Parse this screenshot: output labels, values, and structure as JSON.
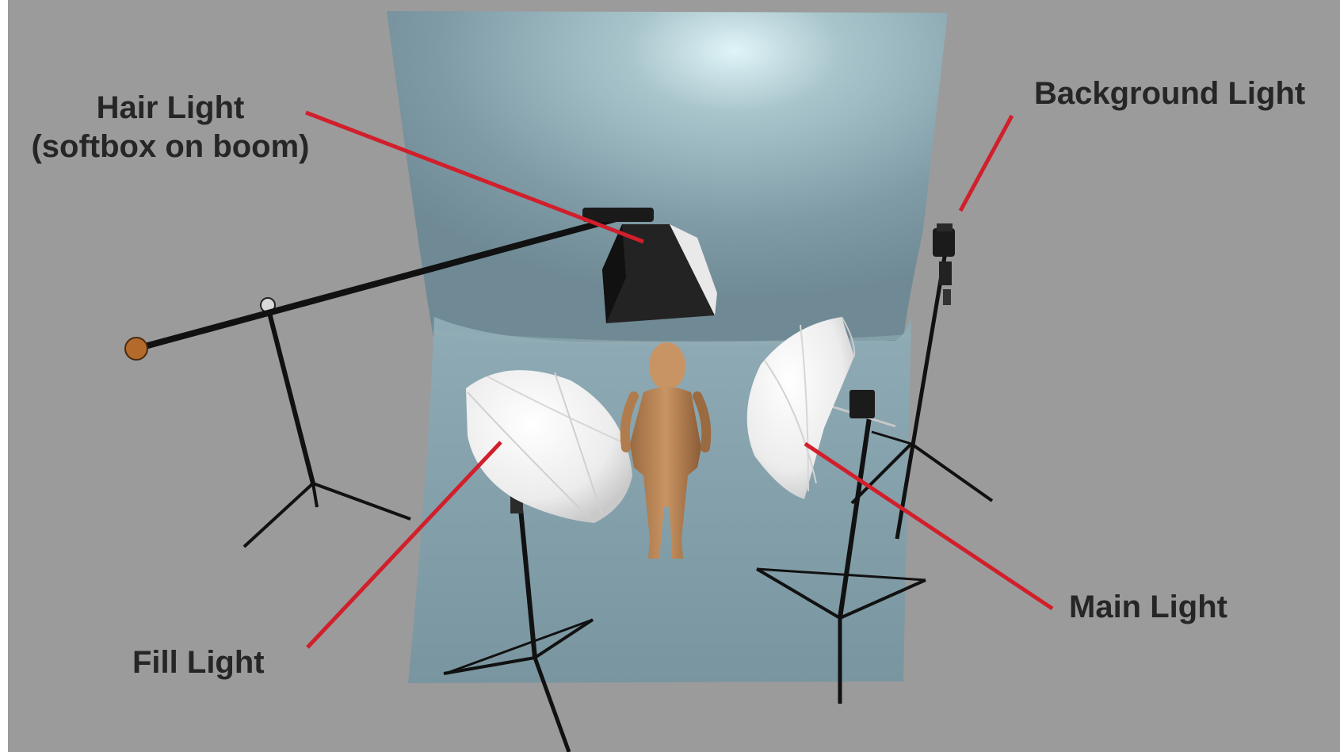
{
  "labels": {
    "hair_light": {
      "line1": "Hair Light",
      "line2": "(softbox on boom)"
    },
    "background_light": "Background Light",
    "fill_light": "Fill Light",
    "main_light": "Main Light"
  },
  "colors": {
    "page_background": "#9b9b9b",
    "backdrop": "#88a3ad",
    "callout_line": "#d11f2b",
    "label_text": "#262626",
    "figure": "#c08a58",
    "umbrella": "#f2f2f2",
    "softbox": "#232323"
  },
  "icons": {
    "hair_light_softbox": "softbox-icon",
    "background_light_strobe": "strobe-icon",
    "fill_light_umbrella": "umbrella-icon",
    "main_light_umbrella": "umbrella-icon",
    "subject": "mannequin-icon"
  }
}
